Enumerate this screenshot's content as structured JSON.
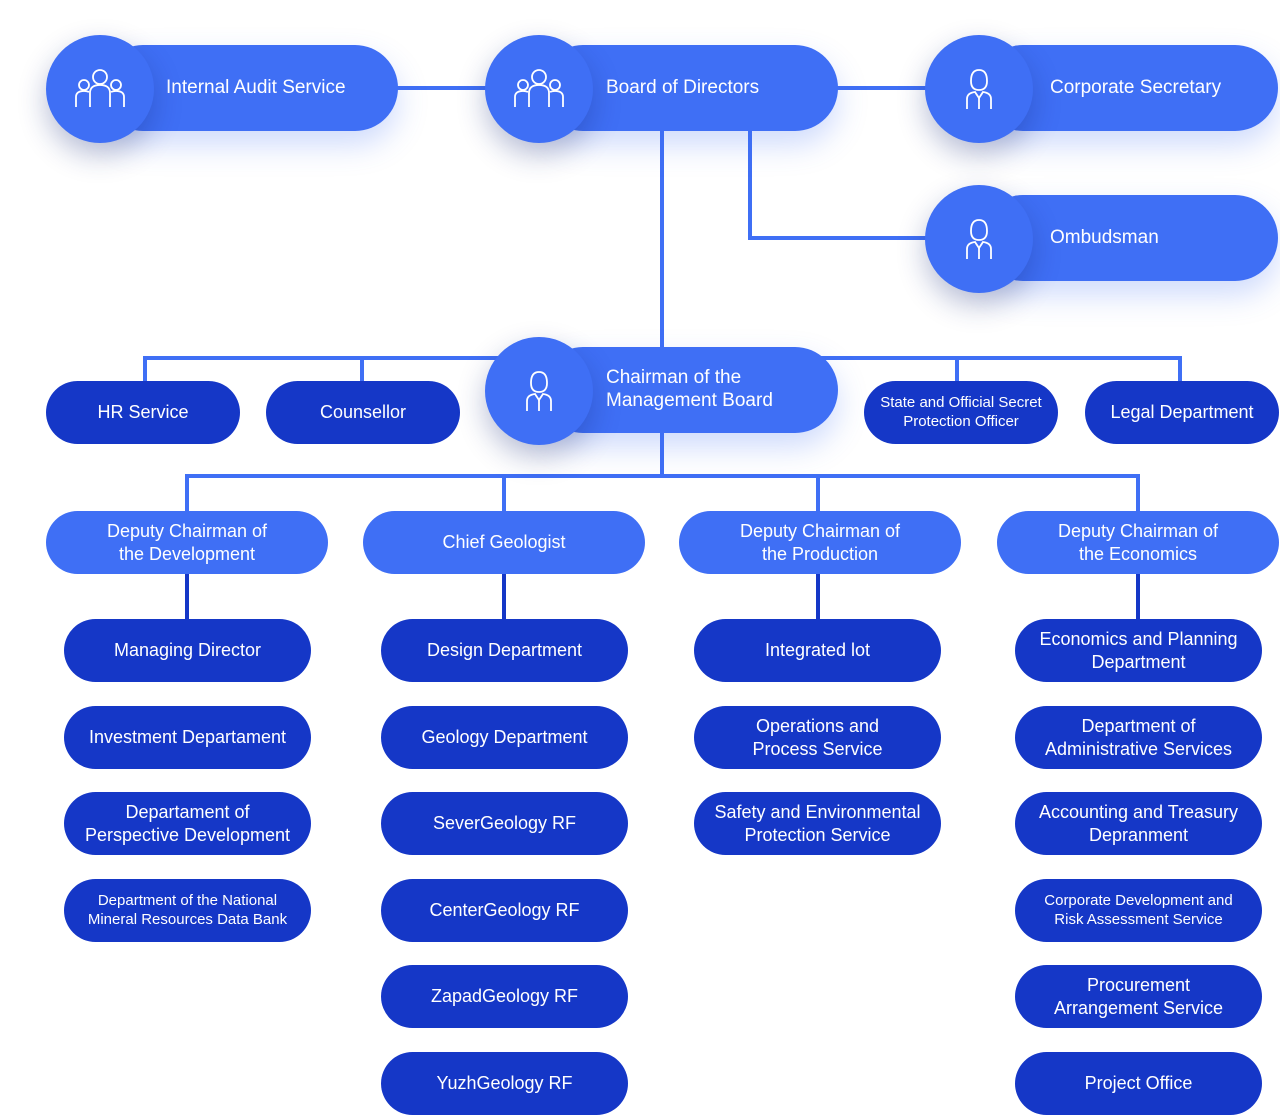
{
  "colors": {
    "primary_light": "#3f6ff5",
    "primary_dark": "#1537c7",
    "line": "#3f6ff5",
    "line_dark": "#1537c7"
  },
  "top": {
    "internal_audit": {
      "label": "Internal Audit Service",
      "icon": "group-icon"
    },
    "board": {
      "label": "Board of Directors",
      "icon": "group-icon"
    },
    "corporate_secretary": {
      "label": "Corporate Secretary",
      "icon": "person-icon"
    },
    "ombudsman": {
      "label": "Ombudsman",
      "icon": "person-icon"
    },
    "chairman": {
      "label": "Chairman of the\nManagement Board",
      "icon": "person-icon"
    }
  },
  "staff": {
    "hr": "HR Service",
    "counsellor": "Counsellor",
    "secret_officer": "State and Official Secret\nProtection Officer",
    "legal": "Legal Department"
  },
  "columns": [
    {
      "head": "Deputy Chairman of\nthe Development",
      "items": [
        "Managing Director",
        "Investment Departament",
        "Departament of\nPerspective Development",
        "Department of the National\nMineral Resources Data Bank"
      ]
    },
    {
      "head": "Chief Geologist",
      "items": [
        "Design Department",
        "Geology Department",
        "SeverGeology RF",
        "CenterGeology RF",
        "ZapadGeology RF",
        "YuzhGeology RF"
      ]
    },
    {
      "head": "Deputy Chairman of\nthe Production",
      "items": [
        "Integrated lot",
        "Operations and\nProcess Service",
        "Safety and Environmental\nProtection Service"
      ]
    },
    {
      "head": "Deputy Chairman of\nthe Economics",
      "items": [
        "Economics and Planning\nDepartment",
        "Department of\nAdministrative Services",
        "Accounting and Treasury\nDepranment",
        "Corporate Development and\nRisk Assessment Service",
        "Procurement\nArrangement Service",
        "Project Office"
      ]
    }
  ]
}
